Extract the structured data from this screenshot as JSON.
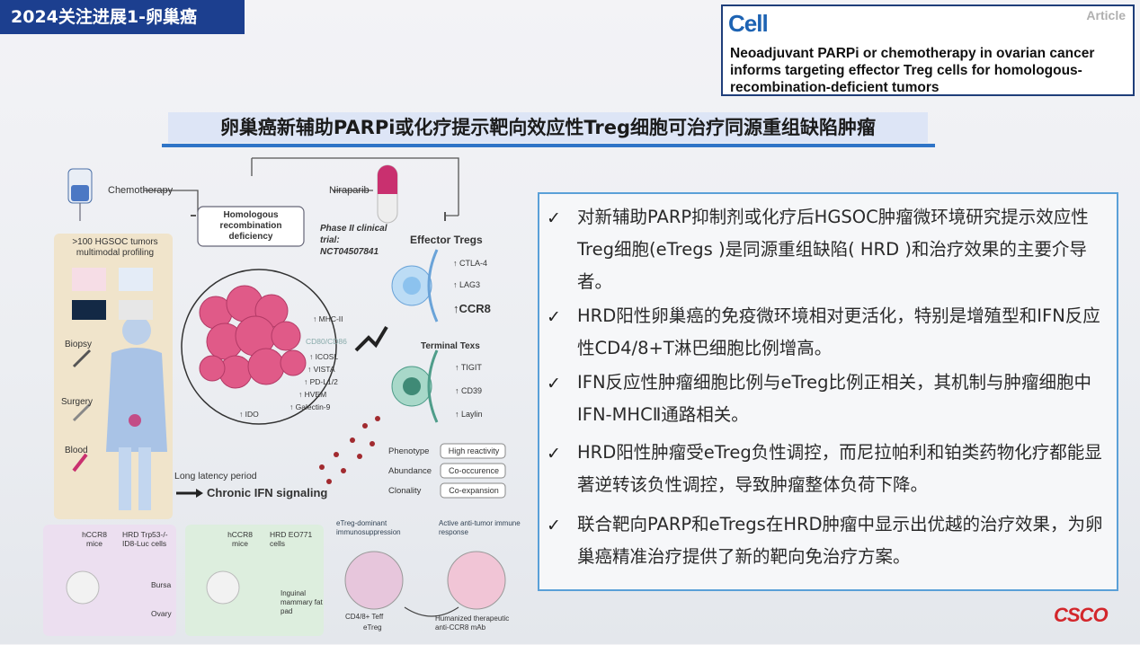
{
  "header": {
    "tag": "2024关注进展1-卵巢癌"
  },
  "journal": {
    "name": "Cell",
    "type": "Article",
    "title": "Neoadjuvant PARPi or chemotherapy in ovarian cancer informs targeting effector Treg cells for homologous-recombination-deficient tumors"
  },
  "slide_title": "卵巢癌新辅助PARPi或化疗提示靶向效应性Treg细胞可治疗同源重组缺陷肿瘤",
  "bullets": [
    "对新辅助PARP抑制剂或化疗后HGSOC肿瘤微环境研究提示效应性Treg细胞(eTregs )是同源重组缺陷( HRD )和治疗效果的主要介导者。",
    "HRD阳性卵巢癌的免疫微环境相对更活化，特别是增殖型和IFN反应性CD4/8+T淋巴细胞比例增高。",
    "IFN反应性肿瘤细胞比例与eTreg比例正相关，其机制与肿瘤细胞中IFN-MHCⅡ通路相关。",
    "HRD阳性肿瘤受eTreg负性调控，而尼拉帕利和铂类药物化疗都能显著逆转该负性调控，导致肿瘤整体负荷下降。",
    "联合靶向PARP和eTregs在HRD肿瘤中显示出优越的治疗效果，为卵巢癌精准治疗提供了新的靶向免治疗方案。"
  ],
  "check_mark": "✓",
  "figure": {
    "chemotherapy": "Chemotherapy",
    "niraparib": "Niraparib",
    "hrd_box": "Homologous recombination deficiency",
    "trial": "Phase II clinical trial: NCT04507841",
    "cohort": ">100 HGSOC tumors multimodal profiling",
    "biopsy": "Biopsy",
    "surgery": "Surgery",
    "blood": "Blood",
    "effector_tregs": "Effector Tregs",
    "ctla4": "↑ CTLA-4",
    "lag3": "↑ LAG3",
    "ccr8": "↑CCR8",
    "terminal_texs": "Terminal Texs",
    "tigit": "↑ TIGIT",
    "cd39": "↑ CD39",
    "laylin": "↑ Laylin",
    "mhc": "↑ MHC-II",
    "cd80": "CD80/CD86",
    "icosl": "↑ ICOSL",
    "vista": "↑ VISTA",
    "pdl1": "↑ PD-L1/2",
    "hvem": "↑ HVEM",
    "galectin": "↑ Galectin-9",
    "ido": "↑ IDO",
    "latency": "Long latency period",
    "ifn": "Chronic IFN signaling",
    "phenotype": "Phenotype",
    "high_reactivity": "High reactivity",
    "abundance": "Abundance",
    "co_occurence": "Co-occurence",
    "clonality": "Clonality",
    "co_expansion": "Co-expansion",
    "mice1": "hCCR8 mice",
    "hrd1": "HRD Trp53-/- ID8-Luc cells",
    "bursa": "Bursa",
    "ovary": "Ovary",
    "mice2": "hCCR8 mice",
    "hrd2": "HRD EO771 cells",
    "fatpad": "Inguinal mammary fat pad",
    "suppression": "eTreg-dominant immunosuppression",
    "response": "Active anti-tumor immune response",
    "teff": "CD4/8+ Teff",
    "etreg": "eTreg",
    "mab": "Humanized therapeutic anti-CCR8 mAb"
  },
  "logo": "CSCO",
  "colors": {
    "tag_bg": "#1c3f8f",
    "title_bar": "#dde5f6",
    "accent": "#2f74c7",
    "panel_border": "#5aa0d8"
  }
}
